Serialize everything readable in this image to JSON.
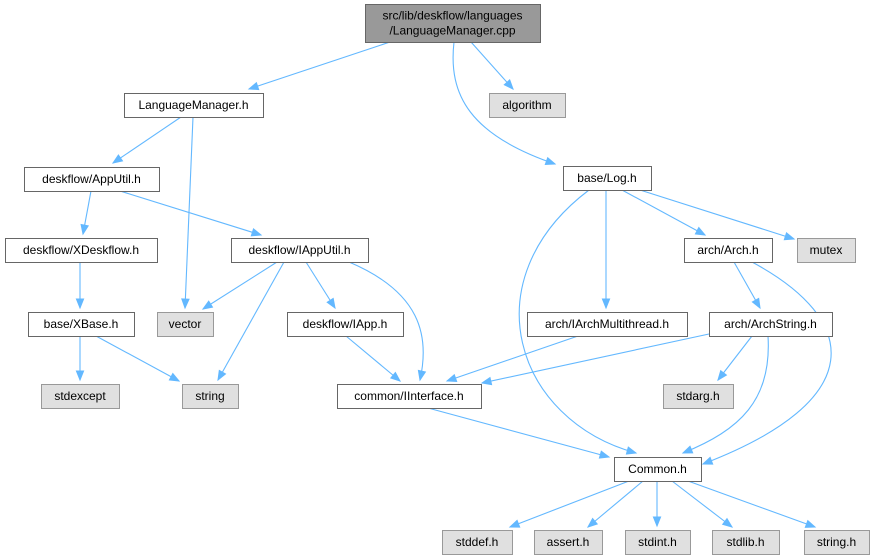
{
  "colors": {
    "root_fill": "#999999",
    "root_stroke": "#666666",
    "file_fill": "#ffffff",
    "file_stroke": "#666666",
    "system_fill": "#e0e0e0",
    "system_stroke": "#999999",
    "edge": "#63b8ff",
    "text": "#000000"
  },
  "nodes": [
    {
      "id": "root",
      "kind": "root",
      "lines": [
        "src/lib/deskflow/languages",
        "/LanguageManager.cpp"
      ]
    },
    {
      "id": "languagemanager_h",
      "kind": "file",
      "lines": [
        "LanguageManager.h"
      ]
    },
    {
      "id": "algorithm",
      "kind": "system",
      "lines": [
        "algorithm"
      ]
    },
    {
      "id": "base_log_h",
      "kind": "file",
      "lines": [
        "base/Log.h"
      ]
    },
    {
      "id": "appUtil_h",
      "kind": "file",
      "lines": [
        "deskflow/AppUtil.h"
      ]
    },
    {
      "id": "xdeskflow_h",
      "kind": "file",
      "lines": [
        "deskflow/XDeskflow.h"
      ]
    },
    {
      "id": "iapputil_h",
      "kind": "file",
      "lines": [
        "deskflow/IAppUtil.h"
      ]
    },
    {
      "id": "arch_h",
      "kind": "file",
      "lines": [
        "arch/Arch.h"
      ]
    },
    {
      "id": "mutex",
      "kind": "system",
      "lines": [
        "mutex"
      ]
    },
    {
      "id": "xbase_h",
      "kind": "file",
      "lines": [
        "base/XBase.h"
      ]
    },
    {
      "id": "vector",
      "kind": "system",
      "lines": [
        "vector"
      ]
    },
    {
      "id": "iapp_h",
      "kind": "file",
      "lines": [
        "deskflow/IApp.h"
      ]
    },
    {
      "id": "iarchmultithread_h",
      "kind": "file",
      "lines": [
        "arch/IArchMultithread.h"
      ]
    },
    {
      "id": "archstring_h",
      "kind": "file",
      "lines": [
        "arch/ArchString.h"
      ]
    },
    {
      "id": "stdexcept",
      "kind": "system",
      "lines": [
        "stdexcept"
      ]
    },
    {
      "id": "string",
      "kind": "system",
      "lines": [
        "string"
      ]
    },
    {
      "id": "iinterface_h",
      "kind": "file",
      "lines": [
        "common/IInterface.h"
      ]
    },
    {
      "id": "stdarg_h",
      "kind": "system",
      "lines": [
        "stdarg.h"
      ]
    },
    {
      "id": "common_h",
      "kind": "file",
      "lines": [
        "Common.h"
      ]
    },
    {
      "id": "stddef_h",
      "kind": "system",
      "lines": [
        "stddef.h"
      ]
    },
    {
      "id": "assert_h",
      "kind": "system",
      "lines": [
        "assert.h"
      ]
    },
    {
      "id": "stdint_h",
      "kind": "system",
      "lines": [
        "stdint.h"
      ]
    },
    {
      "id": "stdlib_h",
      "kind": "system",
      "lines": [
        "stdlib.h"
      ]
    },
    {
      "id": "string_h",
      "kind": "system",
      "lines": [
        "string.h"
      ]
    }
  ],
  "edges": [
    {
      "from": "root",
      "to": "languagemanager_h"
    },
    {
      "from": "root",
      "to": "algorithm"
    },
    {
      "from": "root",
      "to": "base_log_h"
    },
    {
      "from": "languagemanager_h",
      "to": "appUtil_h"
    },
    {
      "from": "languagemanager_h",
      "to": "vector"
    },
    {
      "from": "appUtil_h",
      "to": "xdeskflow_h"
    },
    {
      "from": "appUtil_h",
      "to": "iapputil_h"
    },
    {
      "from": "xdeskflow_h",
      "to": "xbase_h"
    },
    {
      "from": "xbase_h",
      "to": "stdexcept"
    },
    {
      "from": "xbase_h",
      "to": "string"
    },
    {
      "from": "iapputil_h",
      "to": "vector"
    },
    {
      "from": "iapputil_h",
      "to": "string"
    },
    {
      "from": "iapputil_h",
      "to": "iapp_h"
    },
    {
      "from": "iapputil_h",
      "to": "iinterface_h"
    },
    {
      "from": "iapp_h",
      "to": "iinterface_h"
    },
    {
      "from": "base_log_h",
      "to": "common_h"
    },
    {
      "from": "base_log_h",
      "to": "iarchmultithread_h"
    },
    {
      "from": "base_log_h",
      "to": "arch_h"
    },
    {
      "from": "base_log_h",
      "to": "mutex"
    },
    {
      "from": "arch_h",
      "to": "archstring_h"
    },
    {
      "from": "arch_h",
      "to": "common_h"
    },
    {
      "from": "iarchmultithread_h",
      "to": "iinterface_h"
    },
    {
      "from": "archstring_h",
      "to": "iinterface_h"
    },
    {
      "from": "archstring_h",
      "to": "stdarg_h"
    },
    {
      "from": "archstring_h",
      "to": "common_h"
    },
    {
      "from": "iinterface_h",
      "to": "common_h"
    },
    {
      "from": "common_h",
      "to": "stddef_h"
    },
    {
      "from": "common_h",
      "to": "assert_h"
    },
    {
      "from": "common_h",
      "to": "stdint_h"
    },
    {
      "from": "common_h",
      "to": "stdlib_h"
    },
    {
      "from": "common_h",
      "to": "string_h"
    }
  ]
}
